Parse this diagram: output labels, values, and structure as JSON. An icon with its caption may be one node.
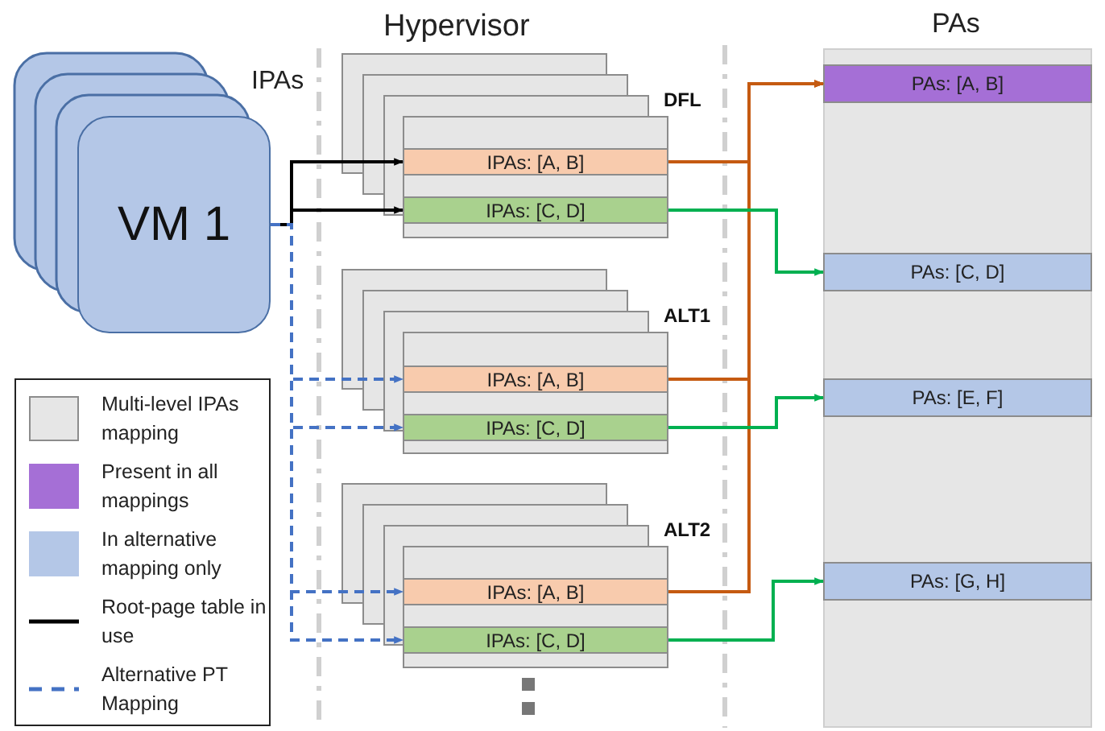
{
  "diagram": {
    "nodes": [
      {
        "text": [
          "VM 1"
        ]
      },
      {
        "text": [
          "DFL"
        ]
      },
      {
        "text": [
          "IPAs: [A, B]"
        ],
        "in": 1
      },
      {
        "text": [
          "IPAs: [C, D]"
        ],
        "in": 1
      },
      {
        "text": [
          "ALT1"
        ]
      },
      {
        "text": [
          "IPAs: [A, B]"
        ],
        "in": 4
      },
      {
        "text": [
          "IPAs: [C, D]"
        ],
        "in": 4
      },
      {
        "text": [
          "ALT2"
        ]
      },
      {
        "text": [
          "IPAs: [A, B]"
        ],
        "in": 7
      },
      {
        "text": [
          "IPAs: [C, D]"
        ],
        "in": 7
      },
      {
        "text": [
          "PAs"
        ]
      },
      {
        "text": [
          "PAs: [A, B]"
        ],
        "in": 10
      },
      {
        "text": [
          "PAs: [C, D]"
        ],
        "in": 10
      },
      {
        "text": [
          "PAs: [E, F]"
        ],
        "in": 10
      },
      {
        "text": [
          "PAs: [G, H]"
        ],
        "in": 10
      }
    ],
    "edges": [
      {
        "from": 0,
        "to": 2,
        "arrow": "to",
        "color": "#000000"
      },
      {
        "from": 0,
        "to": 3,
        "arrow": "to",
        "color": "#000000"
      },
      {
        "from": 0,
        "to": 5,
        "arrow": "to",
        "style": "dashed",
        "color": "#4472c4"
      },
      {
        "from": 0,
        "to": 6,
        "arrow": "to",
        "style": "dashed",
        "color": "#4472c4"
      },
      {
        "from": 0,
        "to": 8,
        "arrow": "to",
        "style": "dashed",
        "color": "#4472c4"
      },
      {
        "from": 0,
        "to": 9,
        "arrow": "to",
        "style": "dashed",
        "color": "#4472c4"
      },
      {
        "from": 2,
        "to": 11,
        "arrow": "to",
        "color": "#c55a11"
      },
      {
        "from": 5,
        "to": 11,
        "arrow": "to",
        "color": "#c55a11"
      },
      {
        "from": 8,
        "to": 11,
        "arrow": "to",
        "color": "#c55a11"
      },
      {
        "from": 3,
        "to": 12,
        "arrow": "to",
        "color": "#00b050"
      },
      {
        "from": 6,
        "to": 13,
        "arrow": "to",
        "color": "#00b050"
      },
      {
        "from": 9,
        "to": 14,
        "arrow": "to",
        "color": "#00b050"
      }
    ],
    "labels": [
      "Hypervisor",
      "IPAs"
    ],
    "legend": [
      {
        "text": "Multi-level IPAs mapping",
        "color": "#e6e6e6"
      },
      {
        "text": "Present in all mappings",
        "color": "#a56fd6"
      },
      {
        "text": "In alternative mapping only",
        "color": "#b4c7e7"
      },
      {
        "text": "Root-page table in use"
      },
      {
        "text": "Alternative PT Mapping"
      }
    ]
  }
}
